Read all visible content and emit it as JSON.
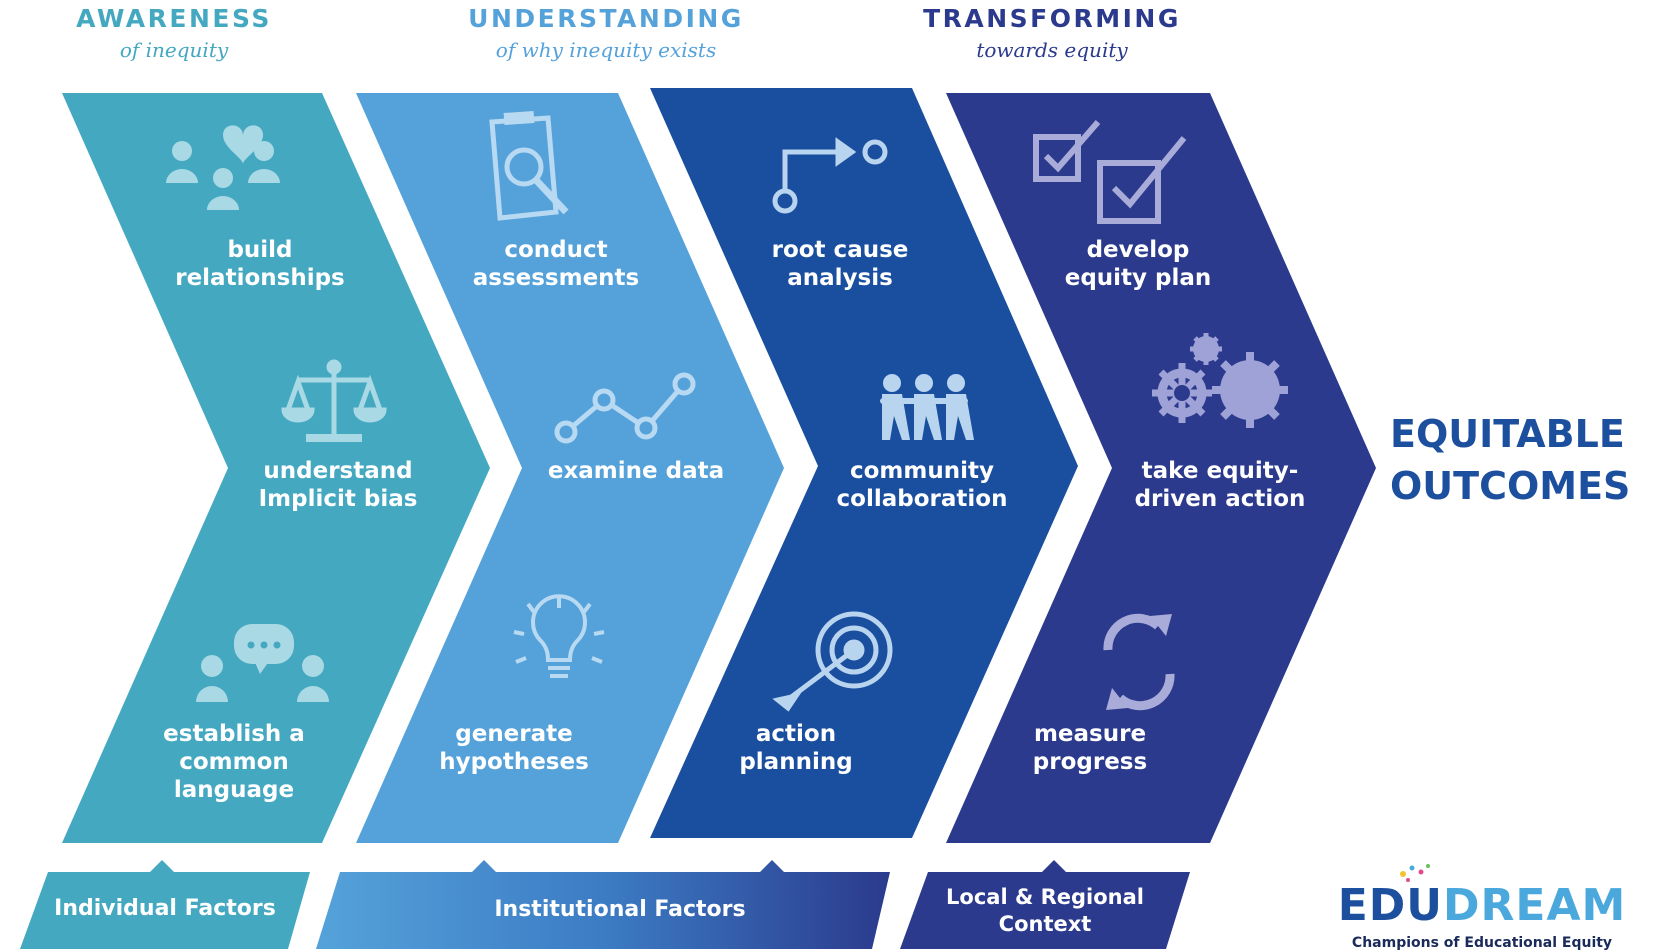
{
  "stages": [
    {
      "title": "AWARENESS",
      "subtitle": "of inequity",
      "color": "#44a8c0"
    },
    {
      "title": "UNDERSTANDING",
      "subtitle": "of why inequity exists",
      "color": "#55a2da"
    },
    {
      "title": "TRANSFORMING",
      "subtitle": "towards equity",
      "color": "#2b3a8c"
    }
  ],
  "chevron_colors": [
    "#44a8c0",
    "#55a2da",
    "#1a4e9f",
    "#2b3a8c"
  ],
  "steps": {
    "build_relationships": {
      "label": "build\nrelationships",
      "icon": "people-heart-icon"
    },
    "understand_bias": {
      "label": "understand\nImplicit bias",
      "icon": "scales-icon"
    },
    "common_language": {
      "label": "establish a\ncommon\nlanguage",
      "icon": "chat-people-icon"
    },
    "conduct_assessments": {
      "label": "conduct\nassessments",
      "icon": "clipboard-magnifier-icon"
    },
    "examine_data": {
      "label": "examine data",
      "icon": "line-graph-icon"
    },
    "generate_hypotheses": {
      "label": "generate\nhypotheses",
      "icon": "lightbulb-icon"
    },
    "root_cause": {
      "label": "root cause\nanalysis",
      "icon": "path-arrow-icon"
    },
    "community": {
      "label": "community\ncollaboration",
      "icon": "people-chain-icon"
    },
    "action_planning": {
      "label": "action\nplanning",
      "icon": "target-arrow-icon"
    },
    "equity_plan": {
      "label": "develop\nequity plan",
      "icon": "checkbox-icon"
    },
    "equity_action": {
      "label": "take equity-\ndriven action",
      "icon": "gears-icon"
    },
    "measure_progress": {
      "label": "measure\nprogress",
      "icon": "refresh-cycle-icon"
    }
  },
  "factors": {
    "individual": "Individual Factors",
    "institutional": "Institutional Factors",
    "local": "Local & Regional\nContext"
  },
  "outcome": "EQUITABLE\nOUTCOMES",
  "brand": {
    "part1": "EDU",
    "part2": "DREAM",
    "tagline": "Champions of Educational Equity"
  }
}
